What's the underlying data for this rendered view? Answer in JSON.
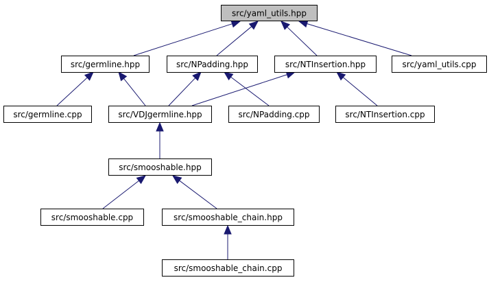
{
  "graph": {
    "nodes": [
      {
        "id": "yaml_utils_hpp",
        "label": "src/yaml_utils.hpp",
        "highlighted": true
      },
      {
        "id": "germline_hpp",
        "label": "src/germline.hpp"
      },
      {
        "id": "npadding_hpp",
        "label": "src/NPadding.hpp"
      },
      {
        "id": "ntinsertion_hpp",
        "label": "src/NTInsertion.hpp"
      },
      {
        "id": "yaml_utils_cpp",
        "label": "src/yaml_utils.cpp"
      },
      {
        "id": "germline_cpp",
        "label": "src/germline.cpp"
      },
      {
        "id": "vdjgermline_hpp",
        "label": "src/VDJgermline.hpp"
      },
      {
        "id": "npadding_cpp",
        "label": "src/NPadding.cpp"
      },
      {
        "id": "ntinsertion_cpp",
        "label": "src/NTInsertion.cpp"
      },
      {
        "id": "smooshable_hpp",
        "label": "src/smooshable.hpp"
      },
      {
        "id": "smooshable_cpp",
        "label": "src/smooshable.cpp"
      },
      {
        "id": "smooshable_chain_hpp",
        "label": "src/smooshable_chain.hpp"
      },
      {
        "id": "smooshable_chain_cpp",
        "label": "src/smooshable_chain.cpp"
      }
    ],
    "edges": [
      {
        "from": "germline_hpp",
        "to": "yaml_utils_hpp"
      },
      {
        "from": "npadding_hpp",
        "to": "yaml_utils_hpp"
      },
      {
        "from": "ntinsertion_hpp",
        "to": "yaml_utils_hpp"
      },
      {
        "from": "yaml_utils_cpp",
        "to": "yaml_utils_hpp"
      },
      {
        "from": "germline_cpp",
        "to": "germline_hpp"
      },
      {
        "from": "vdjgermline_hpp",
        "to": "germline_hpp"
      },
      {
        "from": "vdjgermline_hpp",
        "to": "npadding_hpp"
      },
      {
        "from": "npadding_cpp",
        "to": "npadding_hpp"
      },
      {
        "from": "vdjgermline_hpp",
        "to": "ntinsertion_hpp"
      },
      {
        "from": "ntinsertion_cpp",
        "to": "ntinsertion_hpp"
      },
      {
        "from": "smooshable_hpp",
        "to": "vdjgermline_hpp"
      },
      {
        "from": "smooshable_cpp",
        "to": "smooshable_hpp"
      },
      {
        "from": "smooshable_chain_hpp",
        "to": "smooshable_hpp"
      },
      {
        "from": "smooshable_chain_cpp",
        "to": "smooshable_chain_hpp"
      }
    ],
    "colors": {
      "edge": "#191970",
      "node_fill": "#ffffff",
      "highlight_fill": "#bfbfbf",
      "border": "#000000"
    }
  }
}
